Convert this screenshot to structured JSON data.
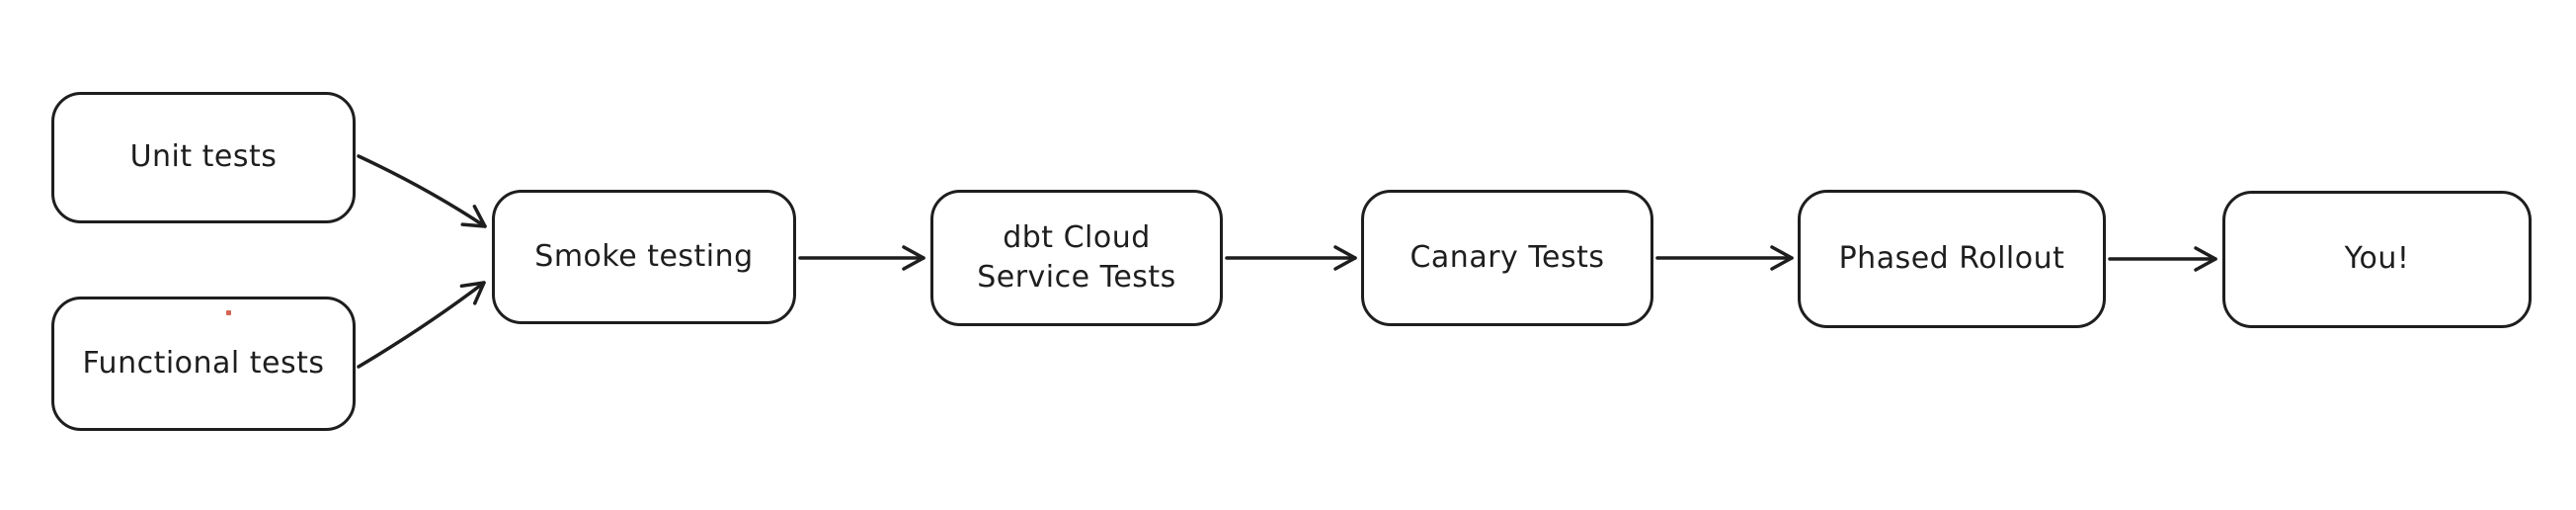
{
  "diagram": {
    "type": "flowchart",
    "background_color": "#ffffff",
    "stroke_color": "#1e1e1e",
    "nodes": [
      {
        "id": "unit-tests",
        "label": "Unit tests"
      },
      {
        "id": "functional-tests",
        "label": "Functional tests"
      },
      {
        "id": "smoke-testing",
        "label": "Smoke testing"
      },
      {
        "id": "dbt-cloud-service-tests",
        "label": "dbt Cloud Service Tests",
        "lines": [
          "dbt Cloud",
          "Service Tests"
        ]
      },
      {
        "id": "canary-tests",
        "label": "Canary Tests"
      },
      {
        "id": "phased-rollout",
        "label": "Phased Rollout"
      },
      {
        "id": "you",
        "label": "You!"
      }
    ],
    "edges": [
      {
        "from": "unit-tests",
        "to": "smoke-testing"
      },
      {
        "from": "functional-tests",
        "to": "smoke-testing"
      },
      {
        "from": "smoke-testing",
        "to": "dbt-cloud-service-tests"
      },
      {
        "from": "dbt-cloud-service-tests",
        "to": "canary-tests"
      },
      {
        "from": "canary-tests",
        "to": "phased-rollout"
      },
      {
        "from": "phased-rollout",
        "to": "you"
      }
    ]
  }
}
